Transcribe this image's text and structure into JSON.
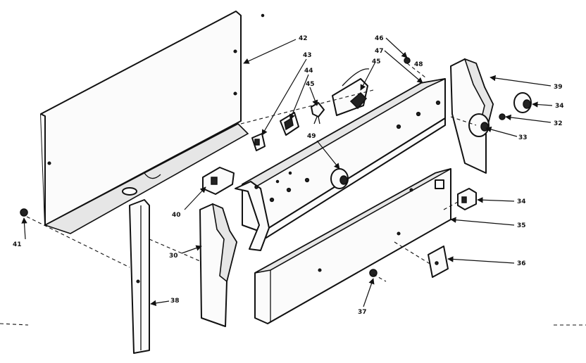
{
  "callouts": [
    {
      "id": "42",
      "text": "42"
    },
    {
      "id": "43",
      "text": "43"
    },
    {
      "id": "44",
      "text": "44"
    },
    {
      "id": "45a",
      "text": "45"
    },
    {
      "id": "45b",
      "text": "45"
    },
    {
      "id": "46",
      "text": "46"
    },
    {
      "id": "47",
      "text": "47"
    },
    {
      "id": "48",
      "text": "48"
    },
    {
      "id": "49",
      "text": "49"
    },
    {
      "id": "39",
      "text": "39"
    },
    {
      "id": "34a",
      "text": "34"
    },
    {
      "id": "32",
      "text": "32"
    },
    {
      "id": "33",
      "text": "33"
    },
    {
      "id": "34b",
      "text": "34"
    },
    {
      "id": "35",
      "text": "35"
    },
    {
      "id": "36",
      "text": "36"
    },
    {
      "id": "37",
      "text": "37"
    },
    {
      "id": "40",
      "text": "40"
    },
    {
      "id": "41",
      "text": "41"
    },
    {
      "id": "30",
      "text": "30"
    },
    {
      "id": "38",
      "text": "38"
    }
  ]
}
